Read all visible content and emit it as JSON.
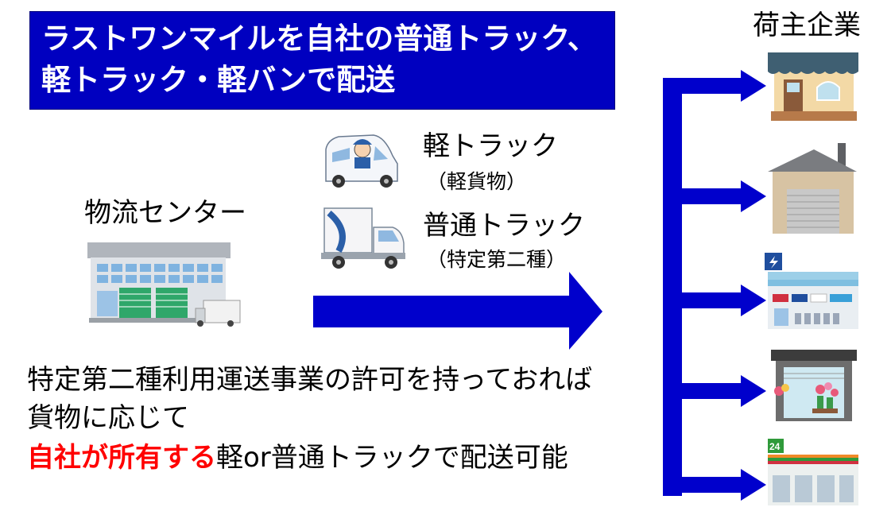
{
  "title": {
    "line1": "ラストワンマイルを自社の普通トラック、",
    "line2": "軽トラック・軽バンで配送"
  },
  "shipper_label": "荷主企業",
  "center_label": "物流センター",
  "light_truck": {
    "name": "軽トラック",
    "note": "（軽貨物）"
  },
  "normal_truck": {
    "name": "普通トラック",
    "note": "（特定第二種）"
  },
  "description": {
    "line1": "特定第二種利用運送事業の許可を持っておれば",
    "line2": "貨物に応じて",
    "line3_highlight": "自社が所有する",
    "line3_rest": "軽or普通トラックで配送可能"
  },
  "colors": {
    "accent": "#0000c0",
    "arrow": "#0000cc",
    "highlight": "#ff0000"
  },
  "icons": [
    "warehouse-icon",
    "light-van-icon",
    "truck-icon",
    "shop-icon",
    "factory-icon",
    "convenience-store-icon",
    "flower-shop-icon",
    "store-24-icon"
  ],
  "store24_sign": "24"
}
